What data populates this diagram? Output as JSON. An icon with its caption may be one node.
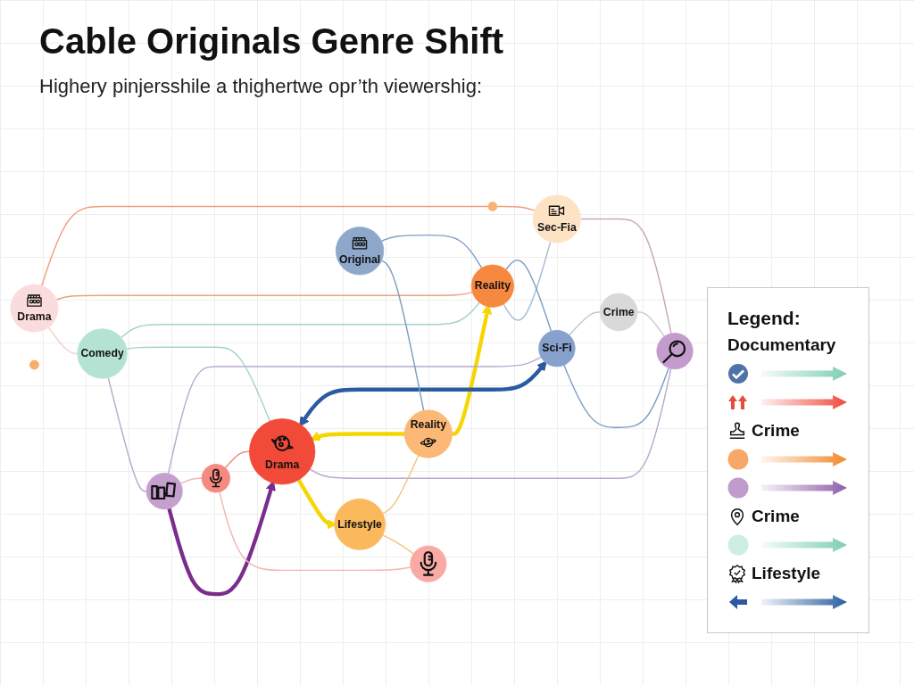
{
  "diagram": {
    "title": "Cable Originals Genre Shift",
    "nodes": [
      {
        "text": [],
        "shape": "circle"
      },
      {
        "text": [
          "Lifestyle"
        ]
      },
      {
        "text": [],
        "shape": "circle"
      },
      {
        "text": [],
        "shape": "circle"
      },
      {
        "text": [
          "Comedy"
        ]
      },
      {
        "text": [
          "Drama"
        ]
      },
      {
        "text": [
          "Drama"
        ]
      },
      {
        "text": [
          "Reality"
        ]
      },
      {
        "text": [
          "Original"
        ]
      },
      {
        "text": [],
        "shape": "circle"
      },
      {
        "text": [
          "Sci-Fi"
        ]
      },
      {
        "text": [],
        "shape": "circle"
      },
      {
        "text": [],
        "shape": "circle"
      },
      {
        "text": [
          "Reality"
        ]
      },
      {
        "text": [
          "Sec-Fia"
        ]
      },
      {
        "text": [
          "Crime"
        ]
      }
    ],
    "edges": [
      {
        "from": 2,
        "to": 6,
        "arrow": "to",
        "style": "thick",
        "color": "#7b2d8e"
      },
      {
        "from": 7,
        "to": 6,
        "arrow": "to",
        "style": "thick",
        "color": "#f7d500"
      },
      {
        "from": 6,
        "to": 1,
        "arrow": "to",
        "style": "thick",
        "color": "#f7d500"
      },
      {
        "from": 7,
        "to": 13,
        "arrow": "to",
        "style": "thick",
        "color": "#f7d500"
      },
      {
        "from": 10,
        "to": 6,
        "arrow": "both",
        "style": "thick",
        "color": "#2a5ba0"
      },
      {
        "from": 2,
        "to": 0,
        "arrow": "none",
        "color": "#f2b6b4"
      },
      {
        "from": 0,
        "to": 3,
        "arrow": "none",
        "color": "#f2b6b4"
      },
      {
        "from": 0,
        "to": 6,
        "arrow": "none",
        "color": "#ee8c80"
      },
      {
        "from": 4,
        "to": 2,
        "arrow": "none",
        "color": "#bca8cf"
      },
      {
        "from": 2,
        "to": 10,
        "arrow": "none",
        "color": "#bca8cf"
      },
      {
        "from": 5,
        "to": 4,
        "arrow": "none",
        "color": "#f5d0d0"
      },
      {
        "from": 4,
        "to": 6,
        "arrow": "none",
        "color": "#a3d4cb"
      },
      {
        "from": 4,
        "to": 13,
        "arrow": "none",
        "color": "#a3d4cb"
      },
      {
        "from": 5,
        "to": 13,
        "arrow": "none",
        "color": "#eea07f"
      },
      {
        "from": 5,
        "to": 9,
        "arrow": "none",
        "color": "#eea07f"
      },
      {
        "from": 9,
        "to": 14,
        "arrow": "none",
        "color": "#eea07f"
      },
      {
        "from": 8,
        "to": 7,
        "arrow": "none",
        "color": "#7f9ec2"
      },
      {
        "from": 8,
        "to": 13,
        "arrow": "none",
        "color": "#7f9ec2"
      },
      {
        "from": 13,
        "to": 14,
        "arrow": "none",
        "color": "#a9bdd5"
      },
      {
        "from": 13,
        "to": 10,
        "arrow": "none",
        "color": "#7f9ec2"
      },
      {
        "from": 10,
        "to": 11,
        "arrow": "none",
        "color": "#7f9ec2"
      },
      {
        "from": 10,
        "to": 15,
        "arrow": "none",
        "color": "#c9bfd2"
      },
      {
        "from": 14,
        "to": 11,
        "arrow": "none",
        "color": "#c6aabb"
      },
      {
        "from": 15,
        "to": 11,
        "arrow": "none",
        "color": "#c9c9d9"
      },
      {
        "from": 6,
        "to": 11,
        "arrow": "none",
        "color": "#bca8cf"
      },
      {
        "from": 1,
        "to": 3,
        "arrow": "none",
        "color": "#f6c27c"
      },
      {
        "from": 1,
        "to": 7,
        "arrow": "none",
        "color": "#f6c27c"
      }
    ],
    "labels": [
      "Highery pinjersshile a thighertwe opr’th viewershig:",
      "Legend:"
    ],
    "legend": [
      {
        "text": "Documentary"
      },
      {
        "text": "Crime"
      },
      {
        "text": "Crime"
      },
      {
        "text": "Lifestyle"
      }
    ]
  }
}
